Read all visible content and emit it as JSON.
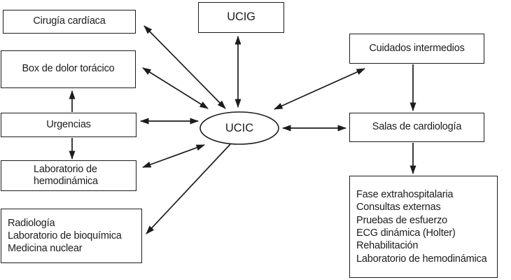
{
  "diagram": {
    "description": "Flujo de relaciones de la UCIC (unidad coronaria) con otras unidades hospitalarias",
    "colors": {
      "line": "#1c1c1c",
      "text": "#1c1c1c",
      "background": "#ffffff"
    },
    "center_node": {
      "label": "UCIC",
      "shape": "ellipse"
    },
    "nodes": {
      "cirugia": {
        "label": "Cirugía cardíaca"
      },
      "ucig": {
        "label": "UCIG"
      },
      "cuidados": {
        "label": "Cuidados intermedios"
      },
      "dolor": {
        "label": "Box de dolor torácico"
      },
      "urgencias": {
        "label": "Urgencias"
      },
      "lab_hemo": {
        "lines": [
          "Laboratorio de",
          "hemodinámica"
        ]
      },
      "radiologia": {
        "lines": [
          "Radiología",
          "Laboratorio de bioquímica",
          "Medicina nuclear"
        ]
      },
      "salas": {
        "label": "Salas de cardiología"
      },
      "fase": {
        "lines": [
          "Fase extrahospitalaria",
          "Consultas externas",
          "Pruebas de esfuerzo",
          "ECG dinámica (Holter)",
          "Rehabilitación",
          "Laboratorio de hemodinámica"
        ]
      }
    },
    "edges": [
      {
        "from": "Cirugía cardíaca",
        "to": "UCIC",
        "direction": "both"
      },
      {
        "from": "UCIG",
        "to": "UCIC",
        "direction": "both"
      },
      {
        "from": "Box de dolor torácico",
        "to": "UCIC",
        "direction": "both"
      },
      {
        "from": "Urgencias",
        "to": "UCIC",
        "direction": "both"
      },
      {
        "from": "Laboratorio de hemodinámica",
        "to": "UCIC",
        "direction": "both"
      },
      {
        "from": "Cuidados intermedios",
        "to": "UCIC",
        "direction": "both"
      },
      {
        "from": "UCIC",
        "to": "Salas de cardiología",
        "direction": "both"
      },
      {
        "from": "UCIC",
        "to": "Radiología / Laboratorio de bioquímica / Medicina nuclear",
        "direction": "one-way"
      },
      {
        "from": "Urgencias",
        "to": "Box de dolor torácico",
        "direction": "one-way"
      },
      {
        "from": "Urgencias",
        "to": "Laboratorio de hemodinámica",
        "direction": "one-way"
      },
      {
        "from": "Cuidados intermedios",
        "to": "Salas de cardiología",
        "direction": "one-way"
      },
      {
        "from": "Salas de cardiología",
        "to": "Fase extrahospitalaria (alta)",
        "direction": "one-way"
      }
    ]
  }
}
